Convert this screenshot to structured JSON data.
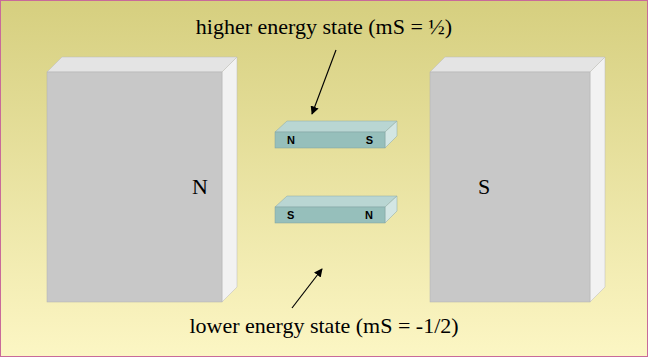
{
  "diagram": {
    "nodes": [
      {
        "text": [
          "N"
        ]
      },
      {
        "text": [
          "N",
          "S"
        ]
      },
      {
        "text": [
          "S",
          "N"
        ]
      },
      {
        "text": [
          "S"
        ]
      }
    ],
    "labels": [
      "higher energy state (mS = ½)",
      "lower energy state (mS = -1/2)"
    ]
  }
}
